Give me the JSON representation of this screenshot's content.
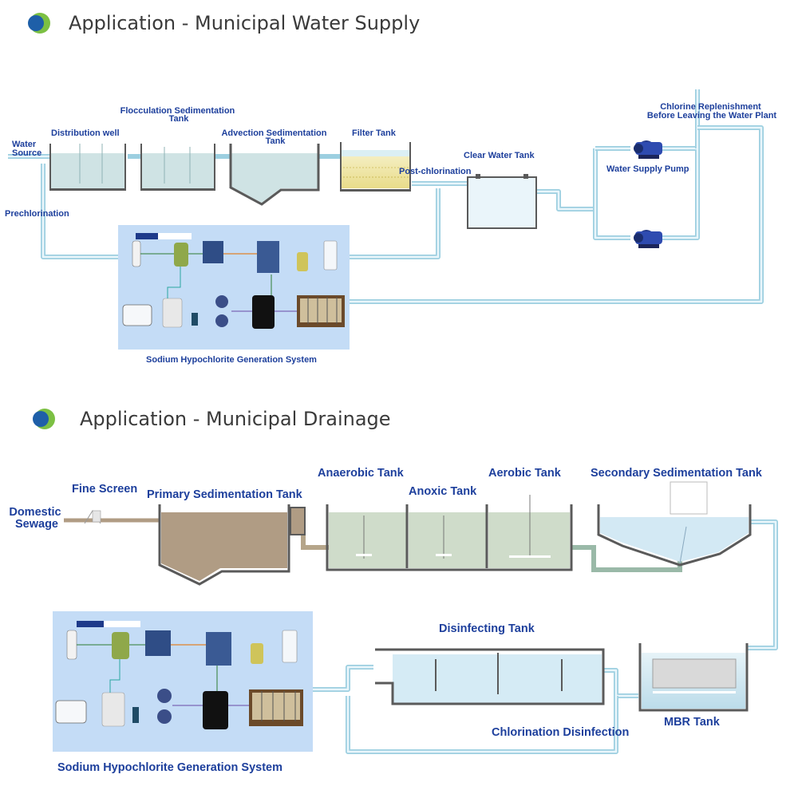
{
  "colors": {
    "logo_green": "#7cc043",
    "logo_blue": "#1e5fa8",
    "label_blue": "#1d3f9c",
    "pipe": "#9ccfe0",
    "water": "#cfe8f1",
    "green_water": "#cfdcca",
    "sewage": "#b09c84",
    "panel": "#c4dcf6"
  },
  "supply": {
    "title": "Application - Municipal Water Supply",
    "water_source": [
      "Water",
      "Source"
    ],
    "distribution_well": "Distribution well",
    "flocculation": [
      "Flocculation Sedimentation",
      "Tank"
    ],
    "advection": [
      "Advection Sedimentation",
      "Tank"
    ],
    "filter_tank": "Filter Tank",
    "prechlorination": "Prechlorination",
    "post_chlorination": "Post-chlorination",
    "clear_water_tank": "Clear Water Tank",
    "pump": "Water Supply Pump",
    "chlorine_replenishment": [
      "Chlorine Replenishment",
      "Before Leaving the Water Plant"
    ],
    "system": "Sodium Hypochlorite Generation System"
  },
  "drainage": {
    "title": "Application - Municipal Drainage",
    "domestic_sewage": [
      "Domestic",
      "Sewage"
    ],
    "fine_screen": "Fine Screen",
    "primary": "Primary Sedimentation Tank",
    "anaerobic": "Anaerobic Tank",
    "anoxic": "Anoxic Tank",
    "aerobic": "Aerobic Tank",
    "secondary": "Secondary Sedimentation Tank",
    "disinfecting": "Disinfecting Tank",
    "mbr": "MBR Tank",
    "chlorination": "Chlorination Disinfection",
    "system": "Sodium Hypochlorite Generation System"
  }
}
